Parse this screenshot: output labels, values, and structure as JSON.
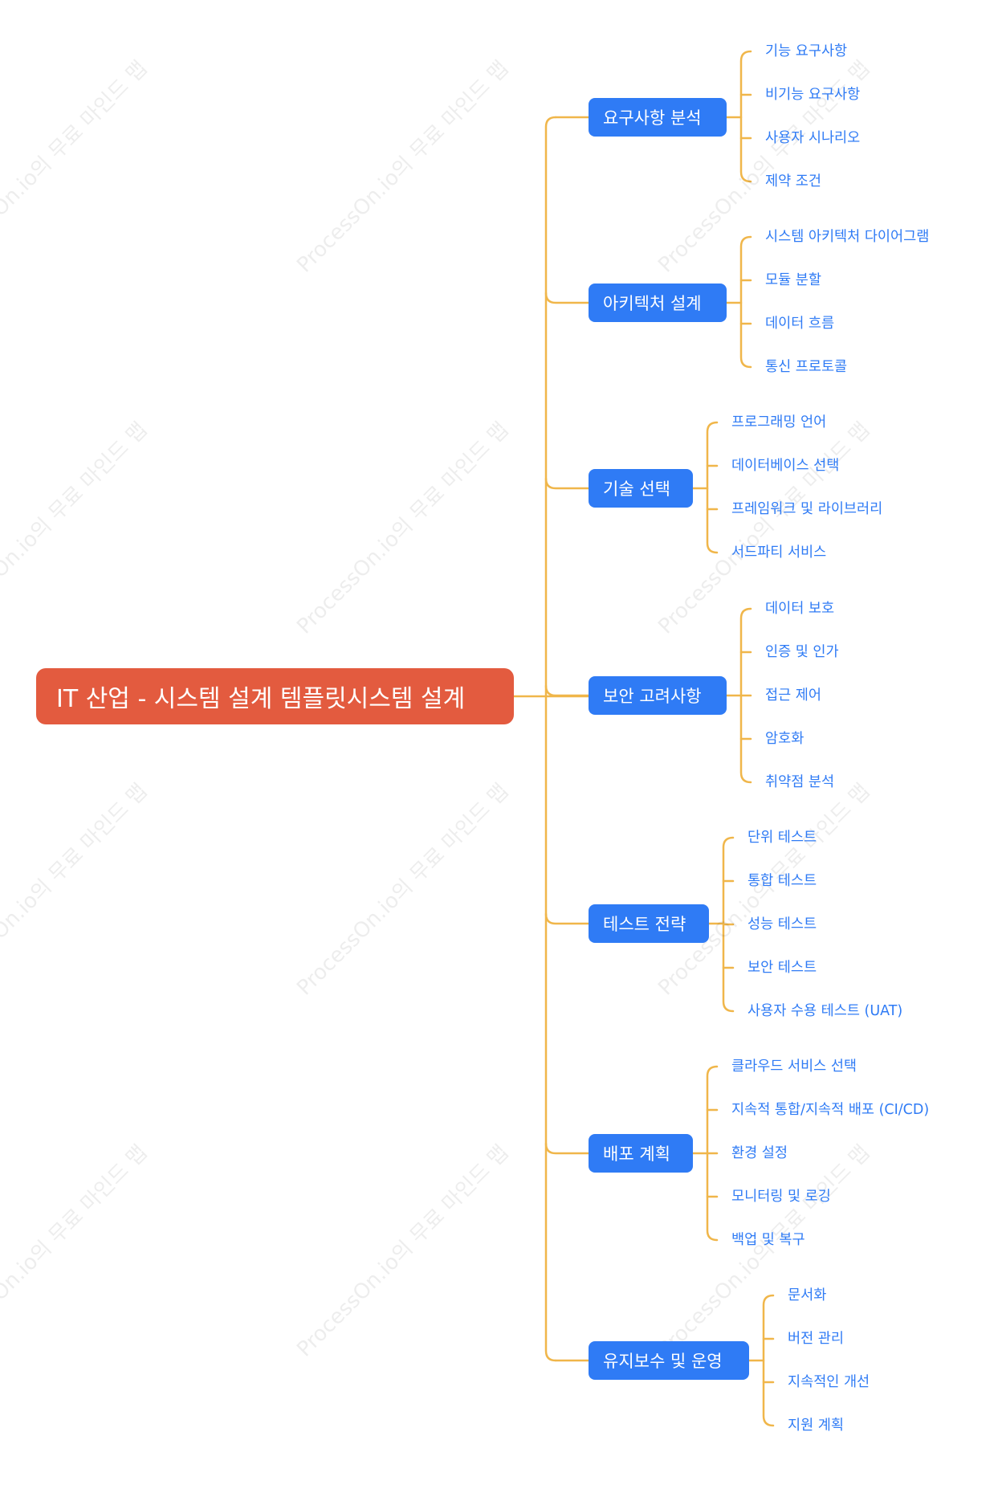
{
  "root": {
    "label": "IT 산업 - 시스템 설계 템플릿시스템 설계"
  },
  "watermark": "ProcessOn.io의 무료 마인드 맵",
  "colors": {
    "root": "#e35b3f",
    "branch": "#2f7bf5",
    "leaf_text": "#2f7bf5",
    "connector": "#f0b64a"
  },
  "branches": [
    {
      "label": "요구사항 분석",
      "children": [
        "기능 요구사항",
        "비기능 요구사항",
        "사용자 시나리오",
        "제약 조건"
      ]
    },
    {
      "label": "아키텍처 설계",
      "children": [
        "시스템 아키텍처 다이어그램",
        "모듈 분할",
        "데이터 흐름",
        "통신 프로토콜"
      ]
    },
    {
      "label": "기술 선택",
      "children": [
        "프로그래밍 언어",
        "데이터베이스 선택",
        "프레임워크 및 라이브러리",
        "서드파티 서비스"
      ]
    },
    {
      "label": "보안 고려사항",
      "children": [
        "데이터 보호",
        "인증 및 인가",
        "접근 제어",
        "암호화",
        "취약점 분석"
      ]
    },
    {
      "label": "테스트 전략",
      "children": [
        "단위 테스트",
        "통합 테스트",
        "성능 테스트",
        "보안 테스트",
        "사용자 수용 테스트 (UAT)"
      ]
    },
    {
      "label": "배포 계획",
      "children": [
        "클라우드 서비스 선택",
        "지속적 통합/지속적 배포 (CI/CD)",
        "환경 설정",
        "모니터링 및 로깅",
        "백업 및 복구"
      ]
    },
    {
      "label": "유지보수 및 운영",
      "children": [
        "문서화",
        "버전 관리",
        "지속적인 개선",
        "지원 계획"
      ]
    }
  ]
}
